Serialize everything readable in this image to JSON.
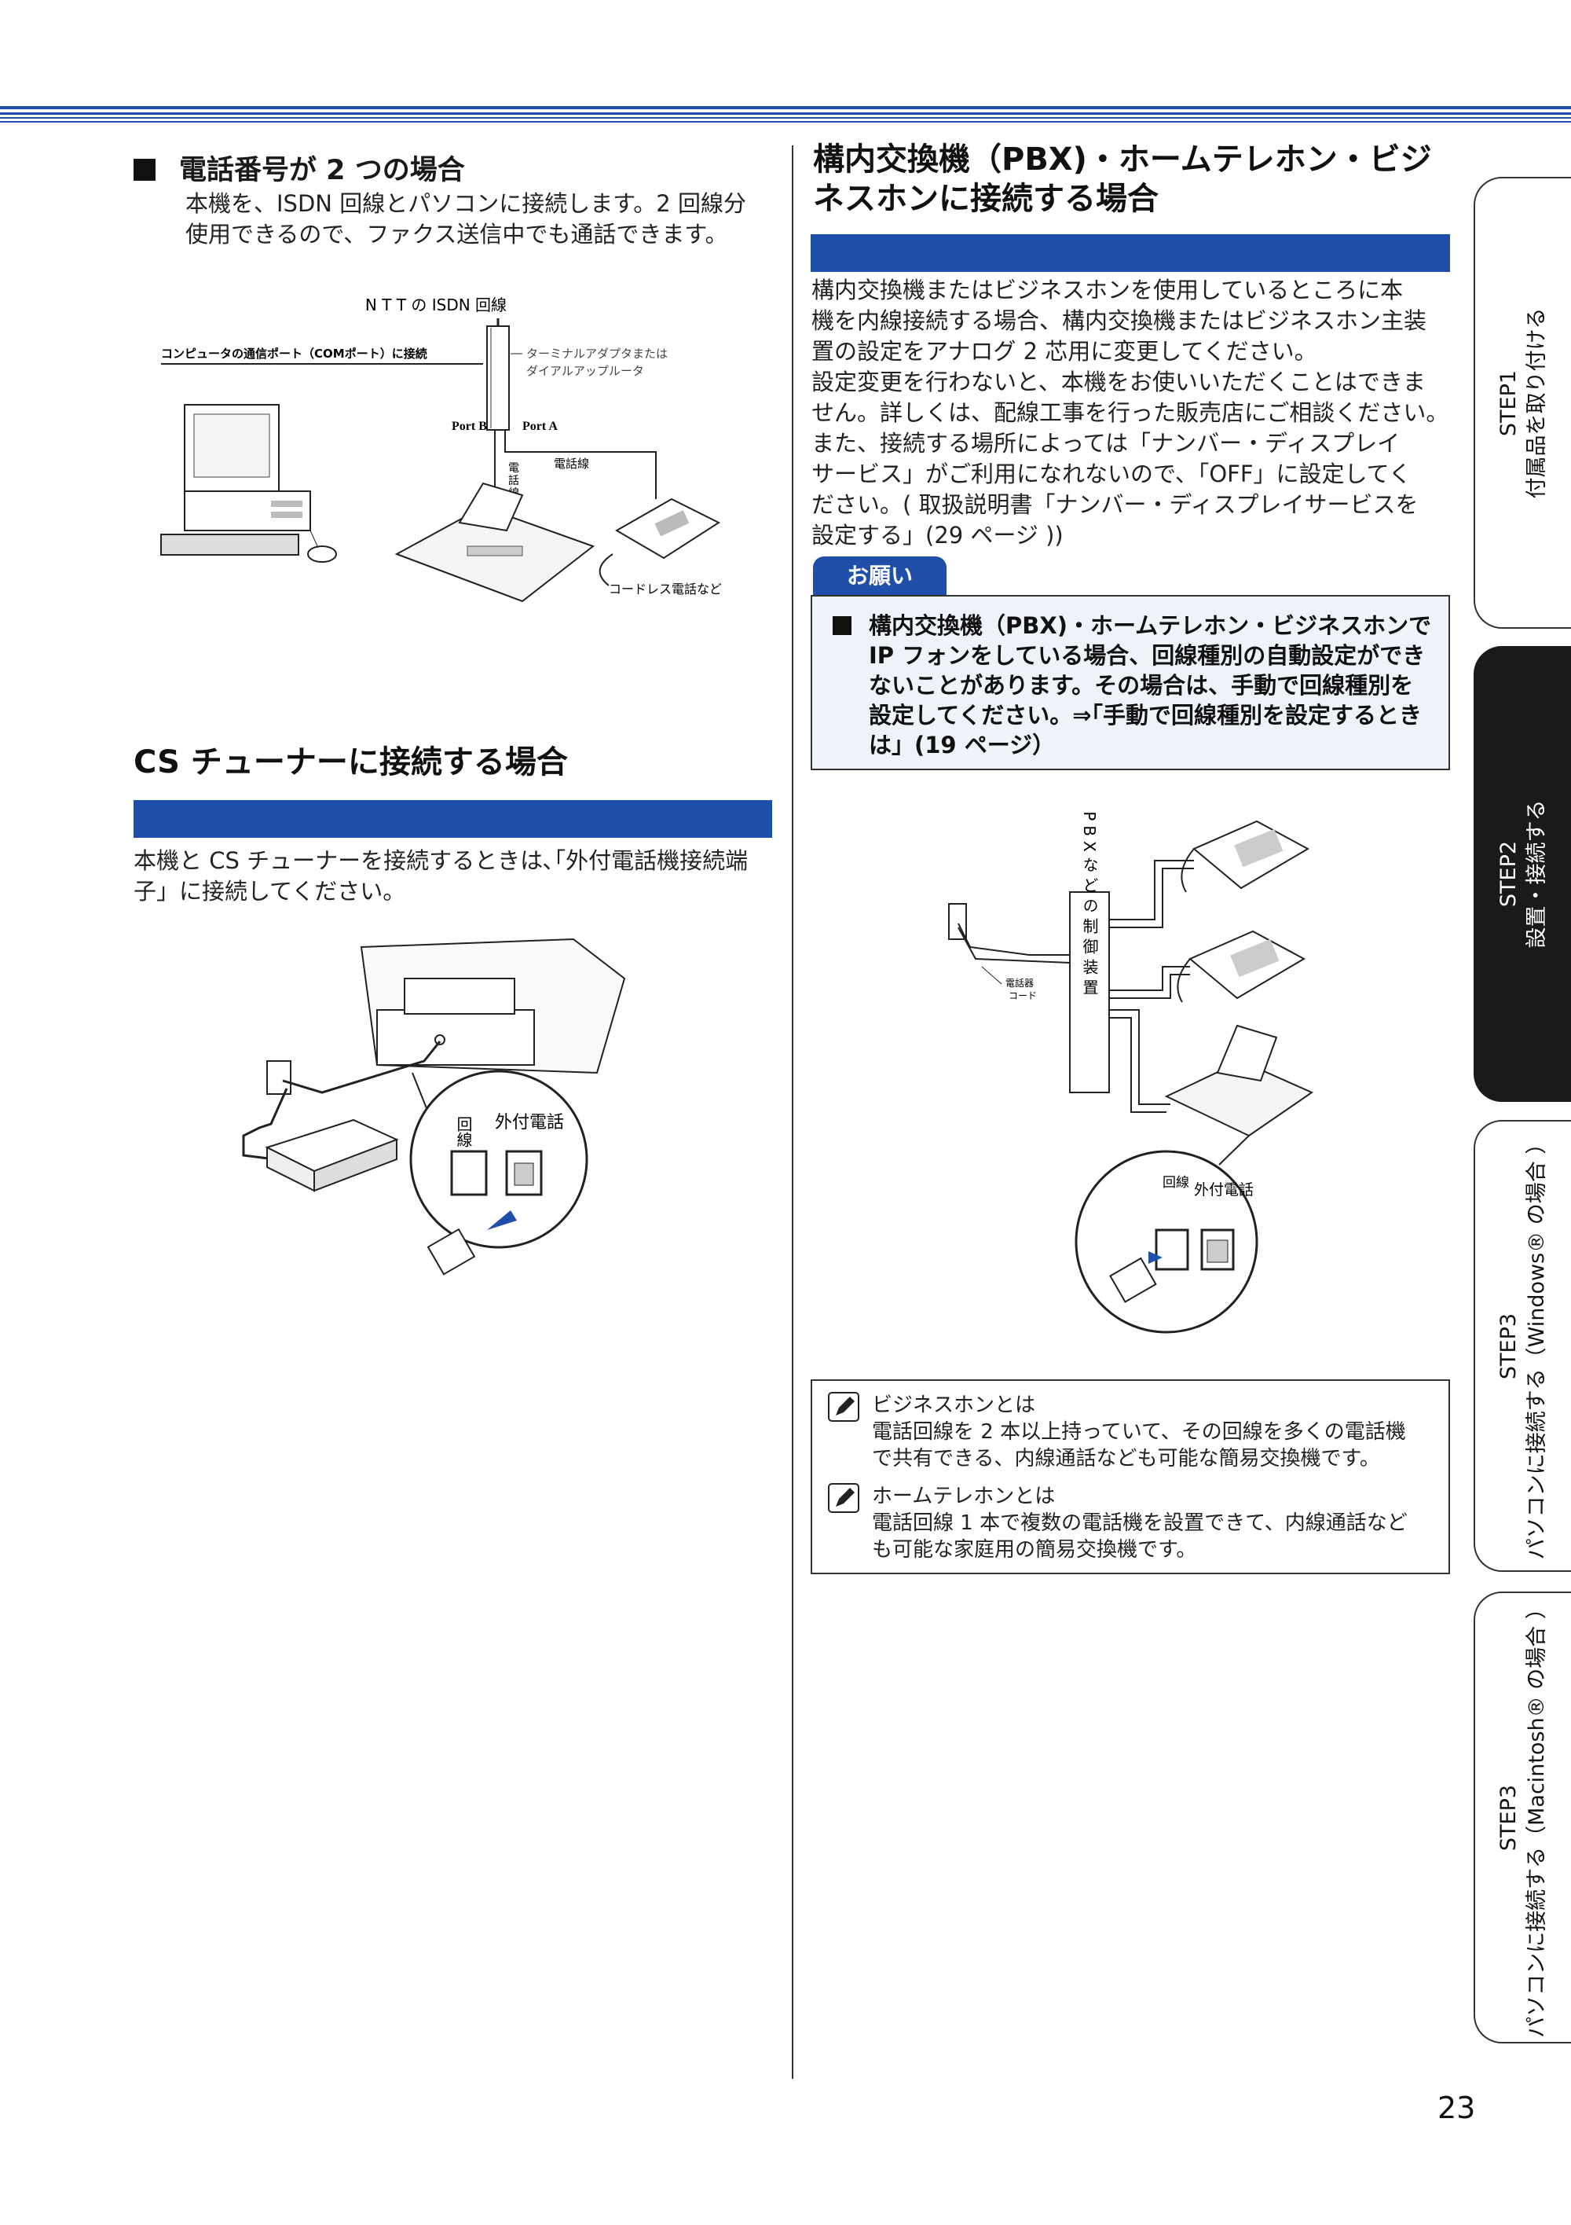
{
  "left": {
    "sub_heading": "電話番号が 2 つの場合",
    "isdn_text": [
      "本機を、ISDN 回線とパソコンに接続します。2 回線分",
      "使用できるので、ファクス送信中でも通話できます。"
    ],
    "isdn_figure": {
      "line_label": "N T T の ISDN 回線",
      "com_label": "コンピュータの通信ポート（COMポート）に接続",
      "ta_label_1": "ターミナルアダプタまたは",
      "ta_label_2": "ダイアルアップルータ",
      "port_b": "Port B",
      "port_a": "Port A",
      "tel_line_v": "電話線",
      "tel_line": "電話線",
      "cordless": "コードレス電話など"
    },
    "cs_title": "CS チューナーに接続する場合",
    "cs_text": [
      "本機と CS チューナーを接続するときは､｢外付電話機接続端",
      "子」に接続してください。"
    ],
    "cs_figure": {
      "line_label": "回線",
      "ext_label": "外付電話"
    }
  },
  "right": {
    "title_line1": "構内交換機（PBX)・ホームテレホン・ビジ",
    "title_line2": "ネスホンに接続する場合",
    "para1": [
      "構内交換機またはビジネスホンを使用しているところに本",
      "機を内線接続する場合、構内交換機またはビジネスホン主装",
      "置の設定をアナログ 2 芯用に変更してください。"
    ],
    "para2": [
      "設定変更を行わないと、本機をお使いいただくことはできま",
      "せん。詳しくは、配線工事を行った販売店にご相談ください。",
      "また、接続する場所によっては「ナンバー・ディスプレイ",
      "サービス」がご利用になれないので、｢OFF」に設定してく",
      "ださい。( 取扱説明書「ナンバー・ディスプレイサービスを",
      "設定する」(29 ページ ))"
    ],
    "note_tab": "お願い",
    "note_lines": [
      "構内交換機（PBX)・ホームテレホン・ビジネスホンで",
      "IP フォンをしている場合、回線種別の自動設定ができ",
      "ないことがあります。その場合は、手動で回線種別を",
      "設定してください。⇒｢手動で回線種別を設定するとき",
      "は」(19 ページ）"
    ],
    "pbx_figure": {
      "pbx_label": "PBXなどの制御装置",
      "cord_label_1": "電話器",
      "cord_label_2": "コード",
      "line_label": "回線",
      "ext_label": "外付電話"
    },
    "memo": [
      {
        "title": "ビジネスホンとは",
        "lines": [
          "電話回線を 2  本以上持っていて、その回線を多くの電話機",
          "で共有できる、内線通話なども可能な簡易交換機です。"
        ]
      },
      {
        "title": "ホームテレホンとは",
        "lines": [
          "電話回線 1  本で複数の電話機を設置できて、内線通話など",
          "も可能な家庭用の簡易交換機です。"
        ]
      }
    ]
  },
  "side_tabs": [
    {
      "step": "STEP1",
      "label": "付属品を取り付ける",
      "active": false
    },
    {
      "step": "STEP2",
      "label": "設置・接続する",
      "active": true
    },
    {
      "step": "STEP3",
      "label": "パソコンに接続する（Windows® の場合 ）",
      "active": false
    },
    {
      "step": "STEP3",
      "label": "パソコンに接続する（Macintosh® の場合 ）",
      "active": false
    }
  ],
  "page_number": "23",
  "colors": {
    "accent_blue": "#1f4fa8",
    "note_bg": "#eef2f9",
    "stripe_blue": "#1f4fa8"
  }
}
